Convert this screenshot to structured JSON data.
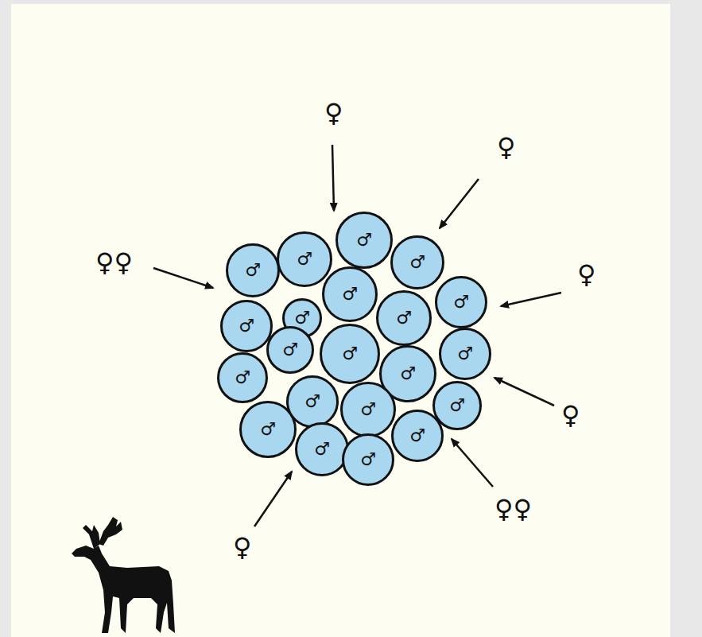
{
  "diagram": {
    "nodes": [
      {
        "text": [
          "♂"
        ]
      },
      {
        "text": [
          "♂"
        ]
      },
      {
        "text": [
          "♂"
        ]
      },
      {
        "text": [
          "♂"
        ]
      },
      {
        "text": [
          "♂"
        ]
      },
      {
        "text": [
          "♂"
        ]
      },
      {
        "text": [
          "♂"
        ]
      },
      {
        "text": [
          "♂"
        ]
      },
      {
        "text": [
          "♂"
        ]
      },
      {
        "text": [
          "♂"
        ]
      },
      {
        "text": [
          "♂"
        ]
      },
      {
        "text": [
          "♂"
        ]
      },
      {
        "text": [
          "♂"
        ]
      },
      {
        "text": [
          "♂"
        ]
      },
      {
        "text": [
          "♂"
        ]
      },
      {
        "text": [
          "♂"
        ]
      },
      {
        "text": [
          "♂"
        ]
      },
      {
        "text": [
          "♂"
        ]
      },
      {
        "text": [
          "♂"
        ]
      },
      {
        "text": [
          "♂"
        ]
      },
      {
        "text": [
          "♂"
        ]
      }
    ],
    "labels": [
      "♀",
      "♀",
      "♀♀",
      "♀",
      "♀",
      "♀♀",
      "♀"
    ]
  }
}
